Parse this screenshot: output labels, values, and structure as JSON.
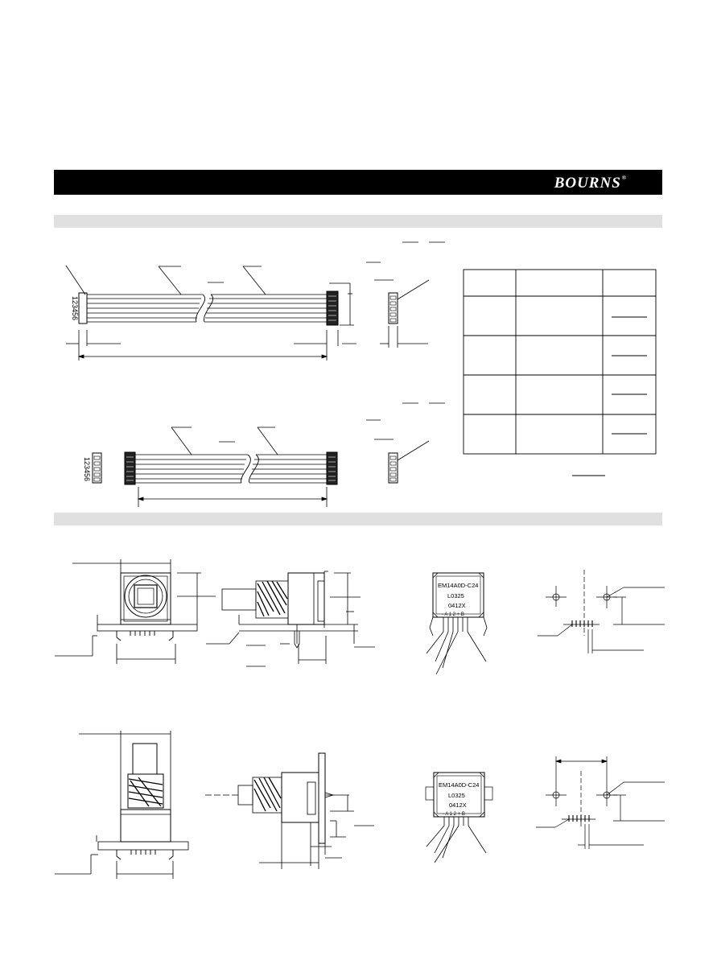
{
  "brand": {
    "name": "BOURNS",
    "mark": "®"
  },
  "cable": {
    "pin_labels_top": "123456",
    "pin_labels_bottom": "123456"
  },
  "chip_top": {
    "line1": "EM14A0D-C24",
    "line2": "L0325",
    "line3": "0412X",
    "pins": "- A 1 2 + B"
  },
  "chip_bottom": {
    "line1": "EM14A0D-C24",
    "line2": "L0325",
    "line3": "0412X",
    "pins": "- A 1 2 + B"
  }
}
